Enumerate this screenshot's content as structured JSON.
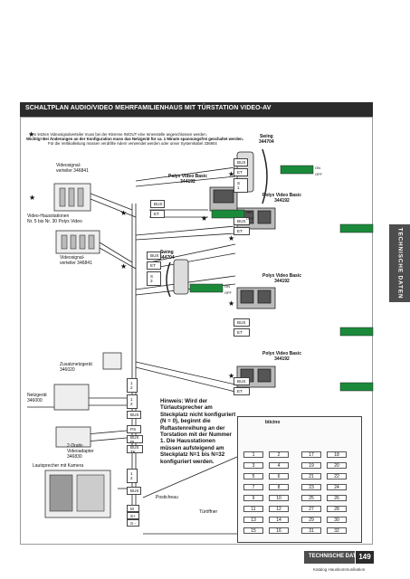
{
  "title": "SCHALTPLAN AUDIO/VIDEO MEHRFAMILIENHAUS MIT TÜRSTATION VIDEO-AV",
  "side_tab": "TECHNISCHE DATEN",
  "note": {
    "line1": "An letzten Videosignalverteiler muss bei der Klemme IN/OUT eine Innenstelle angeschlossen werden.",
    "line2": "Wichtig! Bei Änderungen an der Konfiguration muss das Netzgerät für ca. 1 Minute spannungsfrei geschaltet werden.",
    "line3": "Für die Vertikalleitung müssen verdrillte Adern verwendet werden oder unser Systemkabel 336904"
  },
  "labels": {
    "verteiler_top": "Videosignal-\nverteiler 346841",
    "hausstationen": "Video-Hausstationen\nNr. 5 bis Nr. 30 Polyx Video",
    "verteiler_mid": "Videosignal-\nverteiler 346841",
    "zusatz": "Zusatznetzgerät\n346020",
    "netzgeraet": "Netzgerät\n346000",
    "draht": "2-Draht-\nVideoadapter\n346830",
    "lautsprecher": "Lautsprecher mit Kamera",
    "polyx1": "Polyx Video Basic\n344192",
    "swing1": "Swing\n344704",
    "polyx2": "Polyx Video Basic\n344192",
    "swing2": "Swing\n344704",
    "polyx3": "Polyx Video Basic\n344192",
    "polyx4": "Polyx Video Basic\n344192",
    "posticheau": "Posticheau",
    "tueroeffner": "Türöffner"
  },
  "terminals": {
    "bus": "BUS",
    "et": "ET",
    "s1": "S\n1",
    "s3": "S\n3",
    "one_two": "1\n2",
    "ps": "PS",
    "bus_ps": "BUS PI",
    "bus_tk": "BUS TK",
    "s_plus": "S+",
    "s_minus": "S -",
    "m": "M"
  },
  "switch": {
    "on": "ON",
    "off": "OFF"
  },
  "hint": "Hinweis: Wird der Türlautsprecher am Steckplatz nicht konfiguriert (N = 0), beginnt die Ruftastenreihung an der Torstation mit der Nummer 1. Die Hausstationen müssen aufsteigend am Steckplatz N=1 bis N=32 konfiguriert werden.",
  "keypad_brand": "bticino",
  "keys": [
    "1",
    "2",
    "17",
    "18",
    "3",
    "4",
    "19",
    "20",
    "5",
    "6",
    "21",
    "22",
    "7",
    "8",
    "23",
    "24",
    "9",
    "10",
    "25",
    "26",
    "11",
    "12",
    "27",
    "28",
    "13",
    "14",
    "29",
    "30",
    "15",
    "16",
    "31",
    "32"
  ],
  "footer": {
    "section": "TECHNISCHE DATEN",
    "page": "149",
    "catalog": "Katalog Hauskommunikation"
  }
}
